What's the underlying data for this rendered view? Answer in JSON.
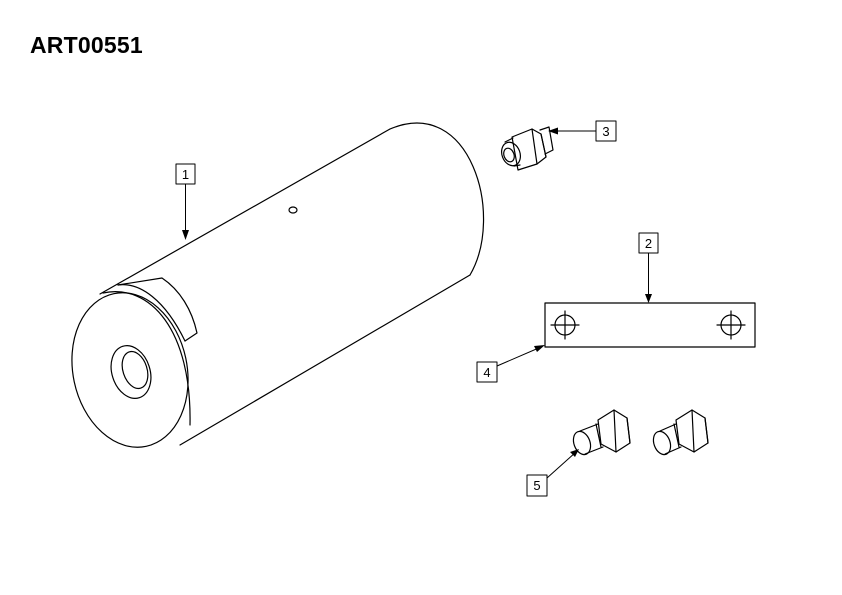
{
  "drawing": {
    "title": "ART00551",
    "callouts": [
      {
        "id": "1",
        "label": "1"
      },
      {
        "id": "2",
        "label": "2"
      },
      {
        "id": "3",
        "label": "3"
      },
      {
        "id": "4",
        "label": "4"
      },
      {
        "id": "5",
        "label": "5"
      }
    ]
  }
}
